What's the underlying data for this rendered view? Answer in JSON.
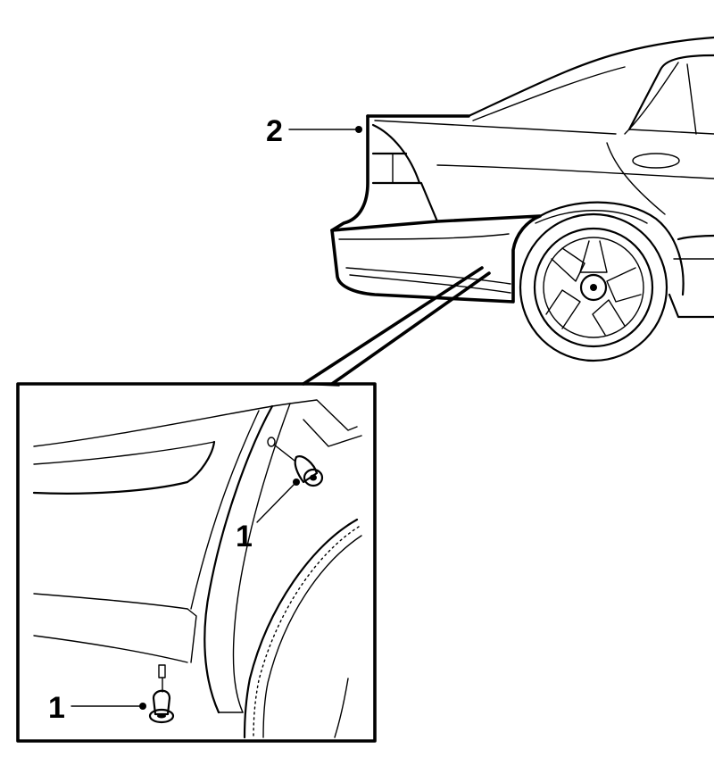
{
  "callouts": {
    "top_label": "2",
    "inset_upper_label": "1",
    "inset_lower_label": "1"
  },
  "colors": {
    "ink": "#000000",
    "paper": "#ffffff"
  }
}
